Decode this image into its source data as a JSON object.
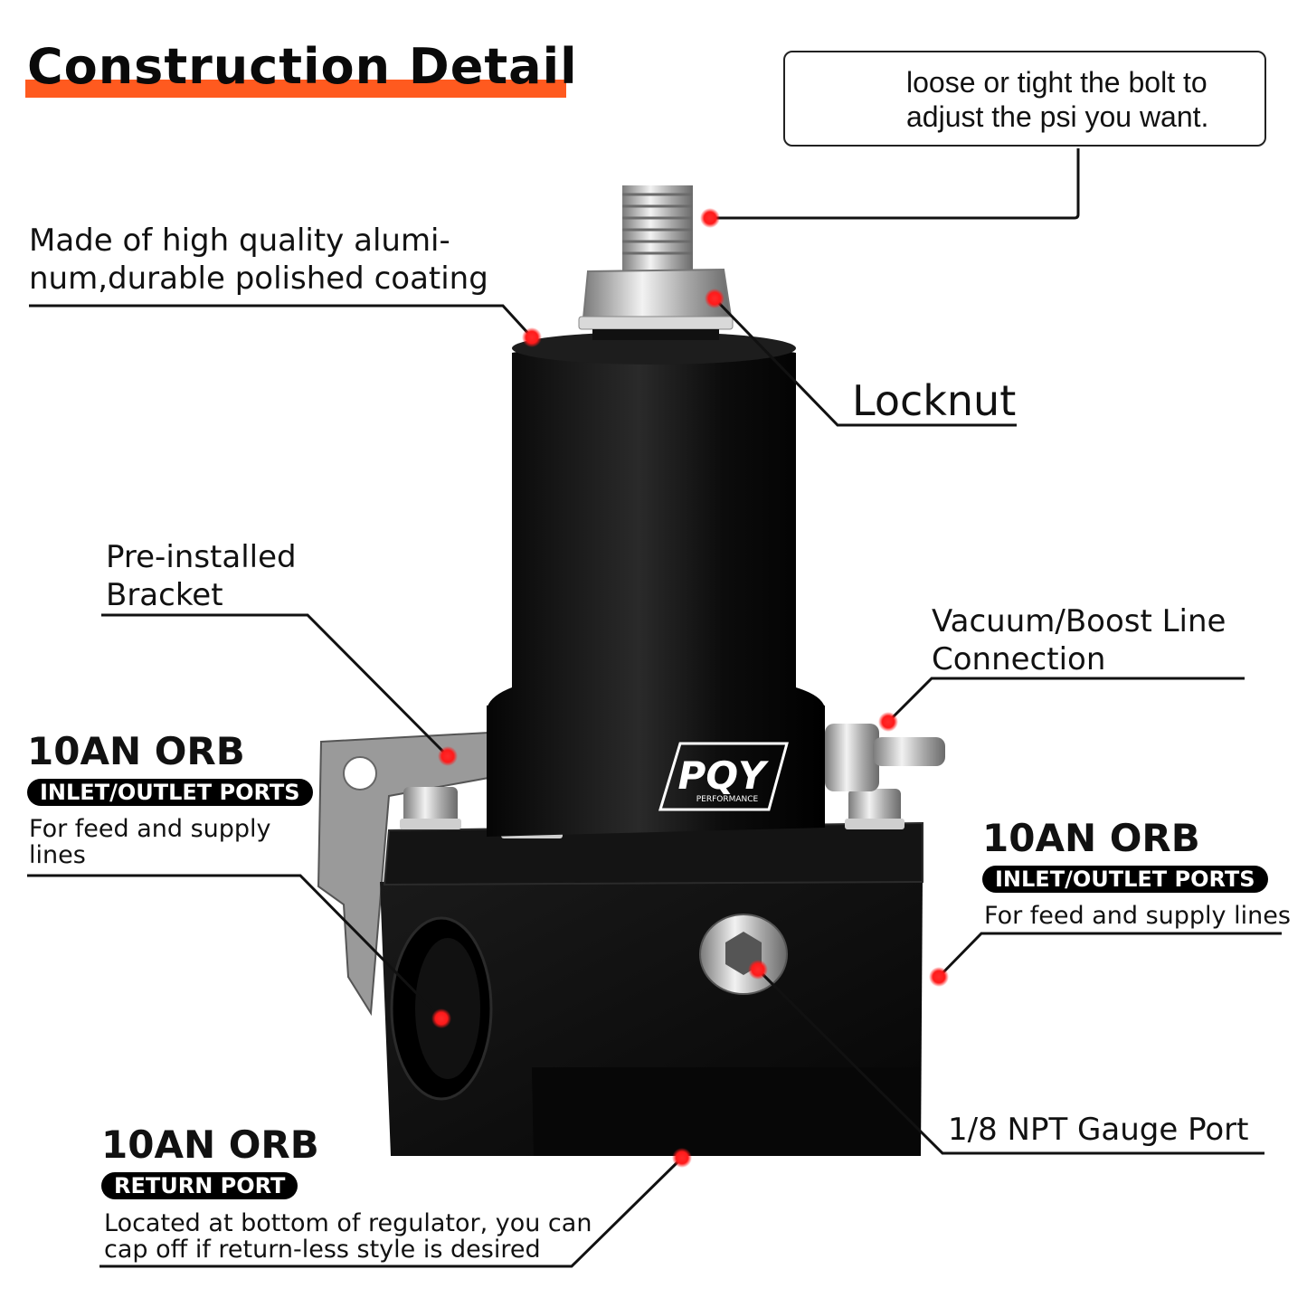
{
  "title": "Construction Detail",
  "colors": {
    "accent": "#ff5a1f",
    "marker": "#ff1a1a",
    "body": "#0b0b0b",
    "metal": "#bdbdbd"
  },
  "callout": {
    "text_line1": "loose or tight the bolt to",
    "text_line2": "adjust the psi you want.",
    "icon": "set-screw-icon"
  },
  "aluminum": {
    "line1": "Made of high quality alumi-",
    "line2": "num,durable polished coating"
  },
  "locknut": {
    "label": "Locknut"
  },
  "bracket": {
    "line1": "Pre-installed",
    "line2": "Bracket"
  },
  "vacuum": {
    "line1": "Vacuum/Boost Line",
    "line2": "Connection"
  },
  "left_port": {
    "heading": "10AN ORB",
    "badge": "INLET/OUTLET PORTS",
    "line1": "For feed and supply",
    "line2": "lines"
  },
  "right_port": {
    "heading": "10AN ORB",
    "badge": "INLET/OUTLET PORTS",
    "line1": "For feed and supply lines"
  },
  "gauge": {
    "label": "1/8 NPT Gauge Port"
  },
  "return_port": {
    "heading": "10AN ORB",
    "badge": "RETURN PORT",
    "line1": "Located at bottom of regulator, you can",
    "line2": "cap off if return-less style is desired"
  },
  "logo": {
    "brand": "PQY",
    "sub": "PERFORMANCE"
  }
}
